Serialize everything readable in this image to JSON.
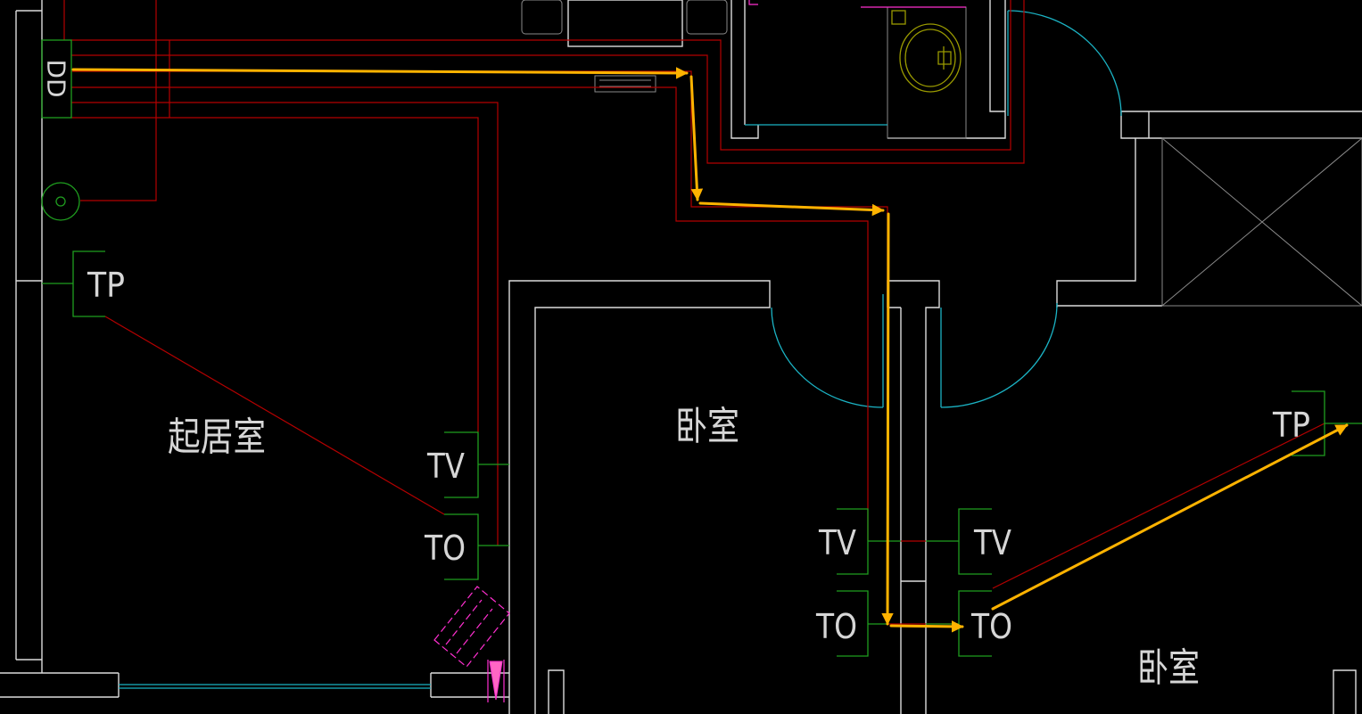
{
  "colors": {
    "background": "#000000",
    "wall": "#dcdcdc",
    "wire": "#b40000",
    "outlet": "#1f9e1f",
    "door": "#1bb3c4",
    "arrow": "#ffb300",
    "fixture": "#9a9a00",
    "accent": "#ff2fd0",
    "label": "#d6d6d6"
  },
  "panel": {
    "label": "DD"
  },
  "rooms": {
    "living_room": "起居室",
    "bedroom_center": "卧室",
    "bedroom_right": "卧室"
  },
  "outlets": {
    "living_room_tp": "TP",
    "living_room_tv": "TV",
    "living_room_to": "TO",
    "bedroom_center_tv": "TV",
    "bedroom_center_to": "TO",
    "bedroom_right_tv": "TV",
    "bedroom_right_to": "TO",
    "bedroom_right_tp": "TP"
  }
}
